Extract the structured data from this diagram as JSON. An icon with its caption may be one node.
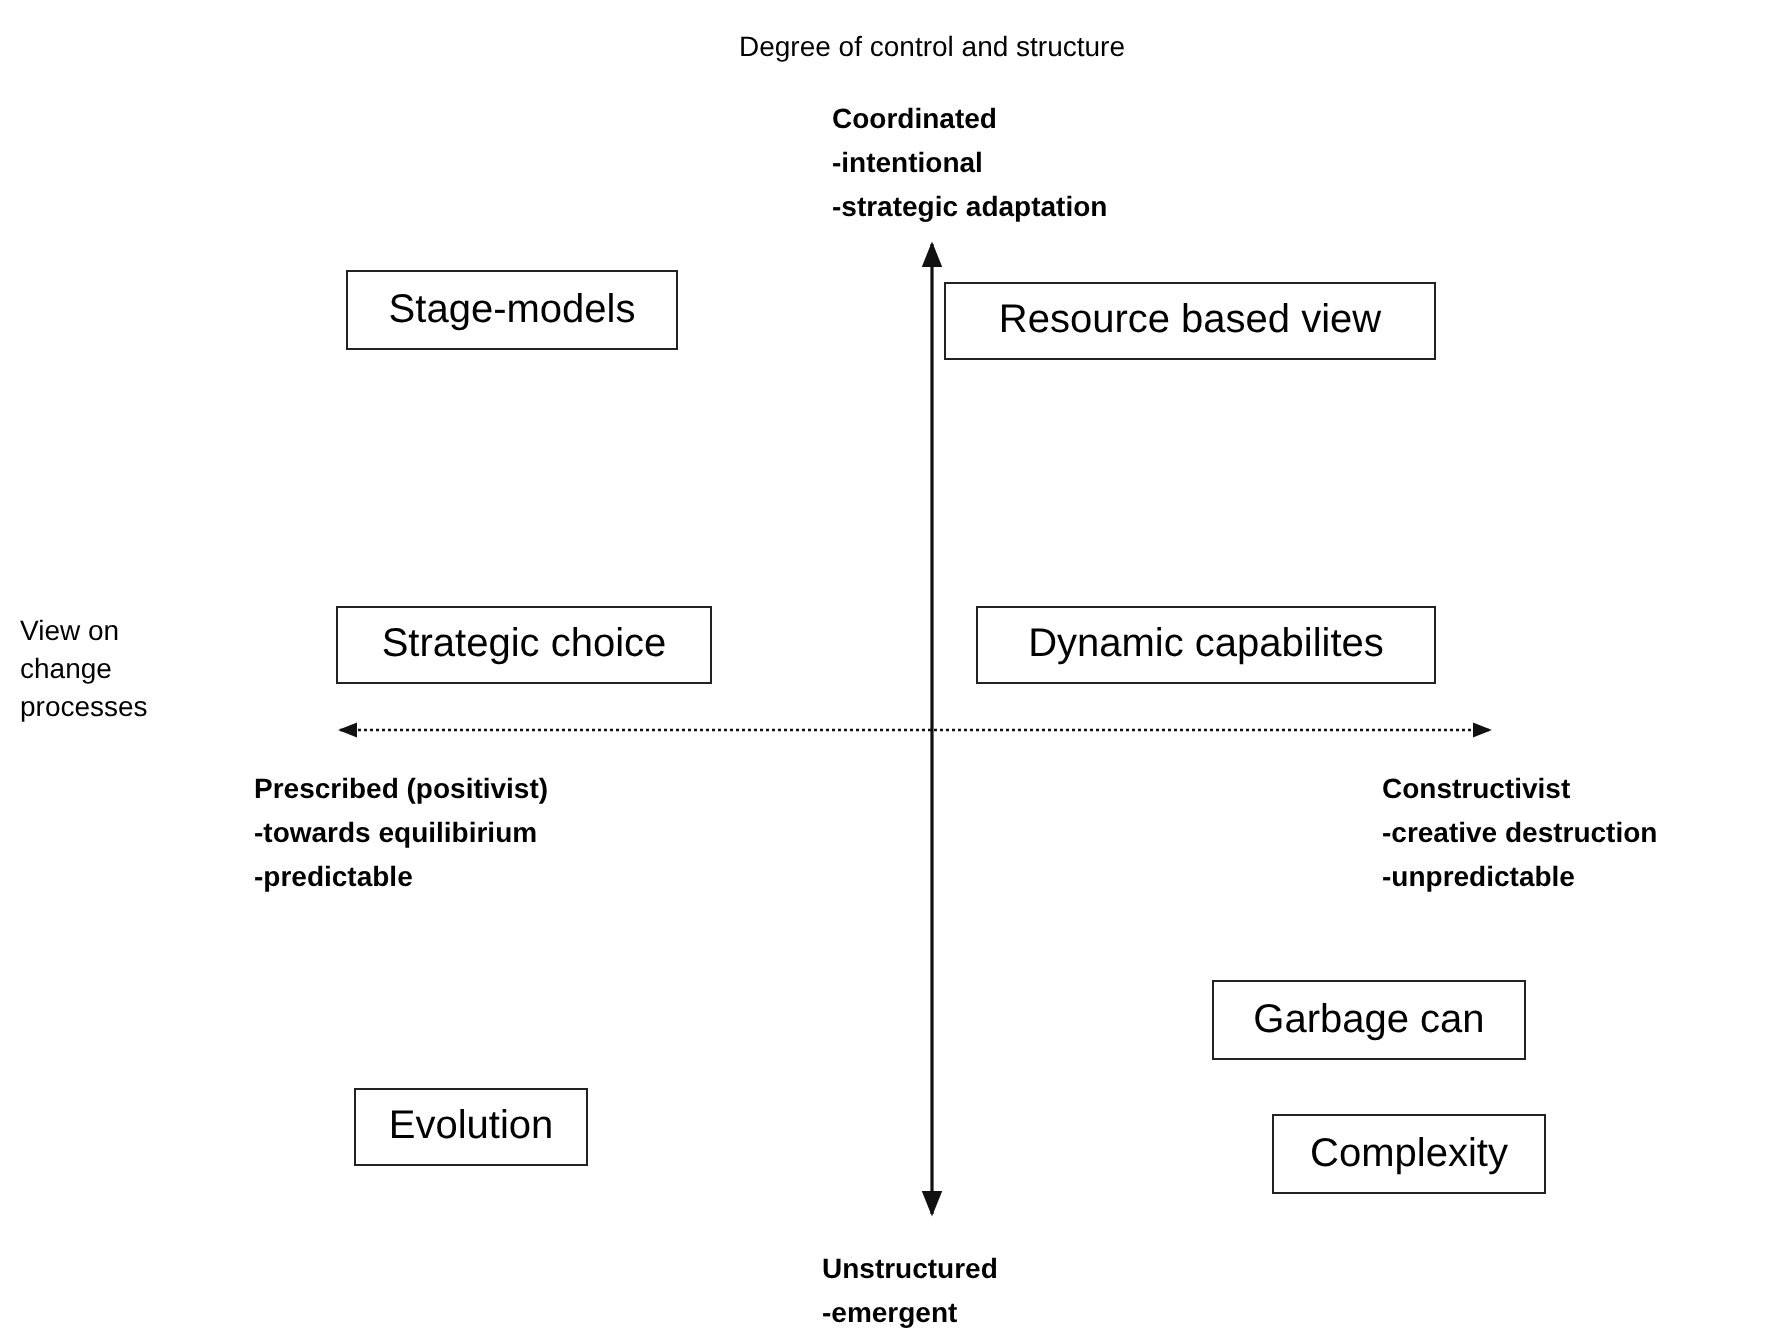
{
  "diagram": {
    "nodes": [
      {
        "text": [
          "Stage-models"
        ]
      },
      {
        "text": [
          "Resource based view"
        ]
      },
      {
        "text": [
          "Strategic choice"
        ]
      },
      {
        "text": [
          "Dynamic capabilites"
        ]
      },
      {
        "text": [
          "Garbage can"
        ]
      },
      {
        "text": [
          "Evolution"
        ]
      },
      {
        "text": [
          "Complexity"
        ]
      }
    ],
    "edges": [],
    "labels": [
      "Degree of control and structure",
      "Coordinated",
      "-intentional",
      "-strategic adaptation",
      "View on change processes",
      "Prescribed (positivist)",
      "-towards equilibirium",
      "-predictable",
      "Constructivist",
      "-creative destruction",
      "-unpredictable",
      "Unstructured",
      "-emergent"
    ]
  }
}
